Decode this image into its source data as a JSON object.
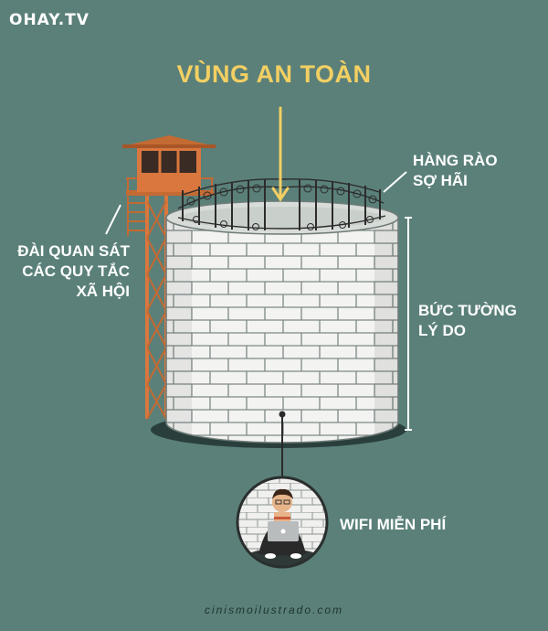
{
  "watermark": "OHAY.TV",
  "title": "VÙNG AN TOÀN",
  "labels": {
    "fence": [
      "HÀNG RÀO",
      "SỢ HÃI"
    ],
    "tower": [
      "ĐÀI QUAN SÁT",
      "CÁC QUY TẮC",
      "XÃ HỘI"
    ],
    "wall": [
      "BỨC TƯỜNG",
      "LÝ DO"
    ],
    "wifi": "WIFI MIỄN PHÍ"
  },
  "credit": "cinismoilustrado.com",
  "colors": {
    "background": "#5a8079",
    "title": "#f3cf63",
    "brick": "#f2f2f2",
    "tower": "#d9773e"
  }
}
